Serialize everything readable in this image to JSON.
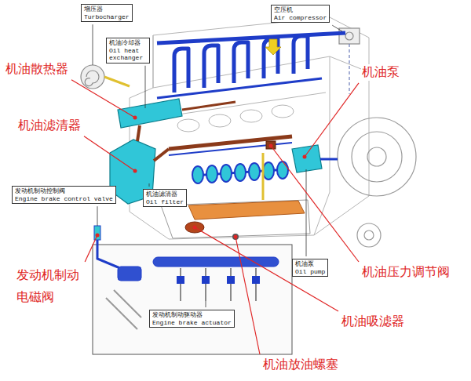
{
  "diagram": {
    "nodes": [
      {
        "text": [
          "增压器",
          "Turbocharger"
        ]
      },
      {
        "text": [
          "空压机",
          "Air compressor"
        ]
      },
      {
        "text": [
          "机油冷却器",
          "Oil heat exchanger"
        ]
      },
      {
        "text": [
          "发动机制动控制阀",
          "Engine brake control valve"
        ]
      },
      {
        "text": [
          "机油滤清器",
          "Oil filter"
        ]
      },
      {
        "text": [
          "机油泵",
          "Oil pump"
        ]
      },
      {
        "text": [
          "发动机制动驱动器",
          "Engine brake actuator"
        ]
      }
    ],
    "labels": [
      "机油散热器",
      "机油泵",
      "机油滤清器",
      "发动机制动 电磁阀",
      "机油压力调节阀",
      "机油吸滤器",
      "机油放油螺塞"
    ]
  }
}
